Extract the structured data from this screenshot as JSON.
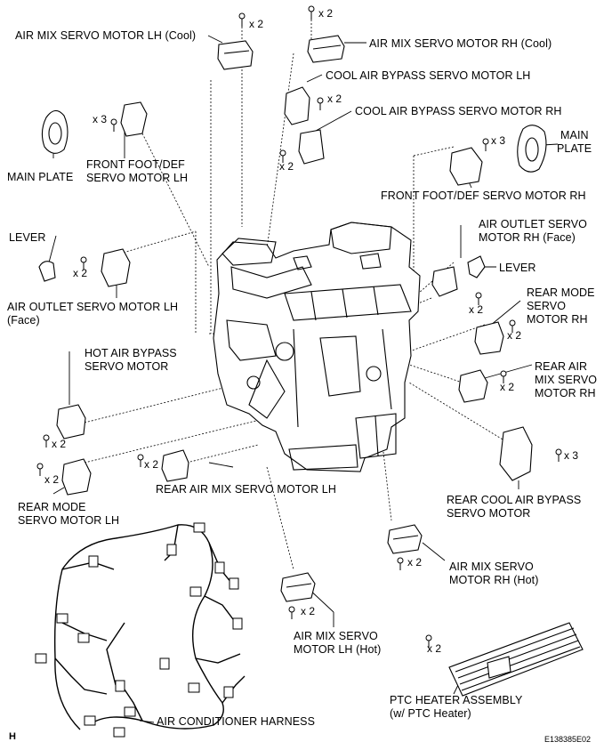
{
  "labels": {
    "air_mix_lh_cool": "AIR MIX SERVO MOTOR LH (Cool)",
    "air_mix_rh_cool": "AIR MIX SERVO MOTOR RH (Cool)",
    "cool_bypass_lh": "COOL AIR BYPASS SERVO MOTOR LH",
    "cool_bypass_rh": "COOL AIR BYPASS SERVO MOTOR RH",
    "main_plate_left": "MAIN PLATE",
    "main_plate_right_1": "MAIN",
    "main_plate_right_2": "PLATE",
    "front_foot_def_lh_1": "FRONT FOOT/DEF",
    "front_foot_def_lh_2": "SERVO MOTOR LH",
    "front_foot_def_rh": "FRONT FOOT/DEF SERVO MOTOR RH",
    "lever_left": "LEVER",
    "lever_right": "LEVER",
    "air_outlet_rh_1": "AIR OUTLET SERVO",
    "air_outlet_rh_2": "MOTOR RH (Face)",
    "air_outlet_lh_1": "AIR OUTLET SERVO MOTOR LH",
    "air_outlet_lh_2": "(Face)",
    "rear_mode_rh_1": "REAR MODE",
    "rear_mode_rh_2": "SERVO",
    "rear_mode_rh_3": "MOTOR RH",
    "hot_bypass_1": "HOT AIR BYPASS",
    "hot_bypass_2": "SERVO MOTOR",
    "rear_air_mix_rh_1": "REAR AIR",
    "rear_air_mix_rh_2": "MIX SERVO",
    "rear_air_mix_rh_3": "MOTOR RH",
    "rear_air_mix_lh": "REAR AIR MIX SERVO MOTOR LH",
    "rear_mode_lh_1": "REAR MODE",
    "rear_mode_lh_2": "SERVO MOTOR LH",
    "rear_cool_bypass_1": "REAR COOL AIR BYPASS",
    "rear_cool_bypass_2": "SERVO MOTOR",
    "air_mix_rh_hot_1": "AIR MIX SERVO",
    "air_mix_rh_hot_2": "MOTOR RH (Hot)",
    "air_mix_lh_hot_1": "AIR MIX SERVO",
    "air_mix_lh_hot_2": "MOTOR LH (Hot)",
    "ptc_heater_1": "PTC HEATER ASSEMBLY",
    "ptc_heater_2": "(w/ PTC Heater)",
    "harness": "AIR CONDITIONER HARNESS"
  },
  "quantities": {
    "x2": "x 2",
    "x3": "x 3"
  },
  "corner_letter": "H",
  "figure_code": "E138385E02"
}
